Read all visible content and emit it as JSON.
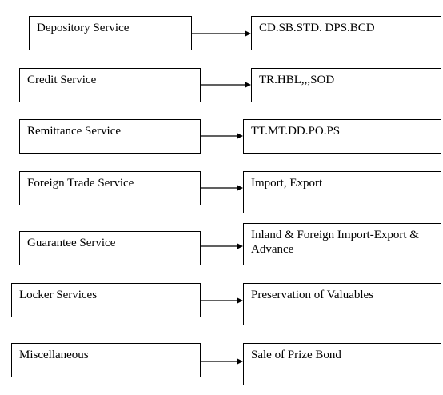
{
  "rows": [
    {
      "service": "Depository Service",
      "detail": "CD.SB.STD. DPS.BCD"
    },
    {
      "service": "Credit Service",
      "detail": "TR.HBL,,,SOD"
    },
    {
      "service": "Remittance Service",
      "detail": "TT.MT.DD.PO.PS"
    },
    {
      "service": "Foreign Trade Service",
      "detail": "Import, Export"
    },
    {
      "service": "Guarantee Service",
      "detail": "Inland & Foreign Import-Export & Advance"
    },
    {
      "service": "Locker Services",
      "detail": "Preservation of Valuables"
    },
    {
      "service": "Miscellaneous",
      "detail": "Sale of Prize Bond"
    }
  ]
}
